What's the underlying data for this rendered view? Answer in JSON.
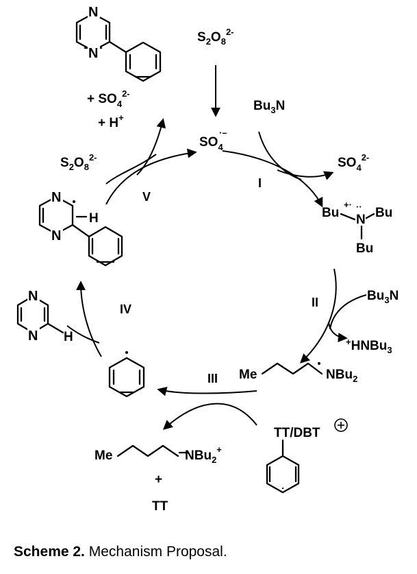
{
  "species": {
    "persulfate": "S2O82-",
    "tributylamine": "Bu3N",
    "sulfate_radical": "SO4·−",
    "sulfate_out": "SO42-",
    "amine_radical_cation": [
      "Bu",
      "N",
      "Bu",
      "Bu"
    ],
    "tributylamine_2": "Bu3N",
    "ammonium": "+HNBu3",
    "alpha_amino_radical": "Me ... NBu2",
    "reagent": "TT/DBT⊕",
    "iminium": "Me ... NBu2+",
    "plus": "+",
    "tt_product": "TT",
    "pyrazine_atom": "N",
    "pyrazine_h": "H",
    "product_byproducts": [
      "+ SO42-",
      "+ H+"
    ],
    "persulfate_2": "S2O82-",
    "intermediate_h": "H"
  },
  "steps": [
    "I",
    "II",
    "III",
    "IV",
    "V"
  ],
  "caption": {
    "label": "Scheme 2.",
    "text": " Mechanism Proposal."
  }
}
